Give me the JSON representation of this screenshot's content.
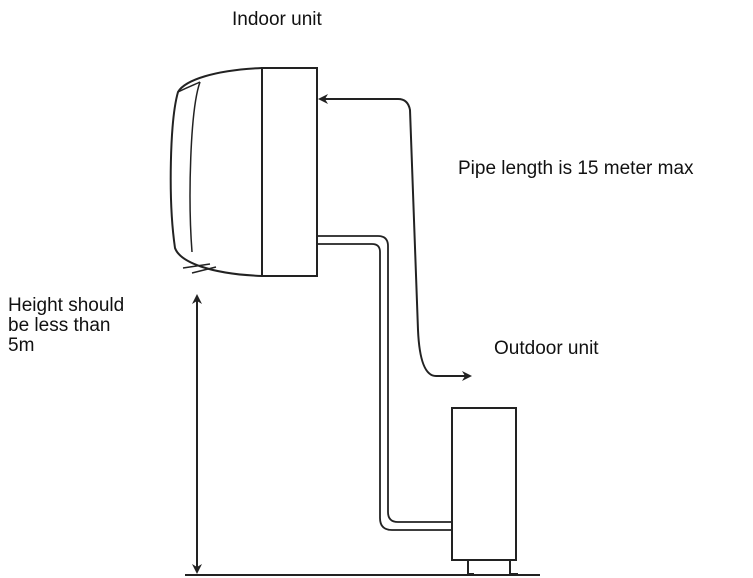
{
  "labels": {
    "indoor_unit": "Indoor unit",
    "pipe_length": "Pipe length is 15 meter max",
    "outdoor_unit": "Outdoor unit",
    "height_lines": [
      "Height should",
      "be less than",
      "5m"
    ]
  },
  "colors": {
    "line": "#222222",
    "background": "#ffffff"
  }
}
